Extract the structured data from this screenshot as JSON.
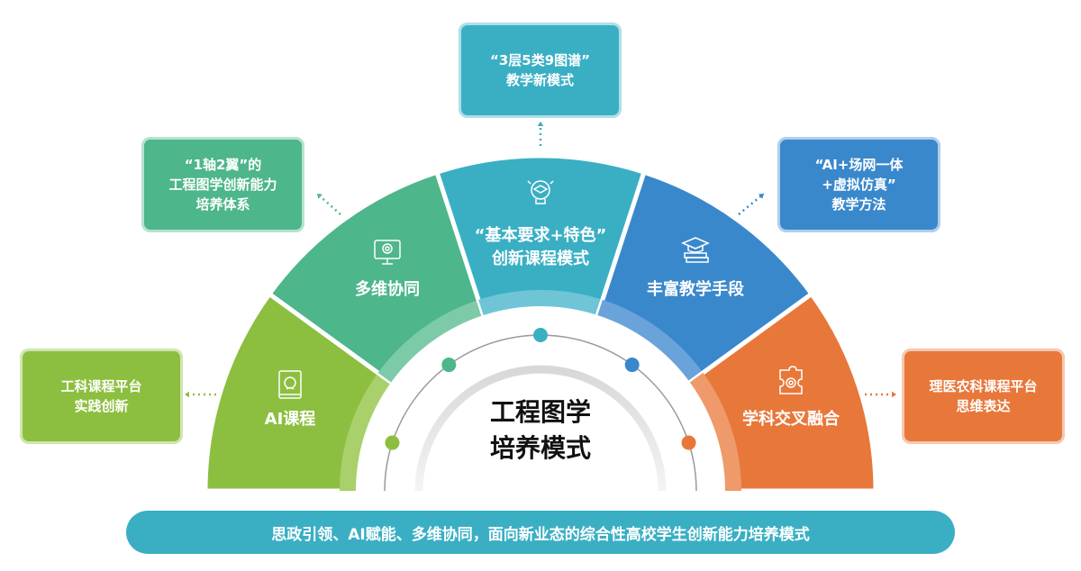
{
  "center": {
    "line1": "工程图学",
    "line2": "培养模式"
  },
  "segments": [
    {
      "label": "AI课程",
      "icon": "book-head-icon",
      "color": "#8cbf3f",
      "light": "#a9d06a"
    },
    {
      "label": "多维协同",
      "icon": "monitor-gear-icon",
      "color": "#4db68a",
      "light": "#7ccaa8"
    },
    {
      "label1": "“基本要求+特色”",
      "label2": "创新课程模式",
      "icon": "lightbulb-cap-icon",
      "color": "#3aafc4",
      "light": "#6fc5d5"
    },
    {
      "label": "丰富教学手段",
      "icon": "graduation-books-icon",
      "color": "#3a88cc",
      "light": "#6aa3da"
    },
    {
      "label": "学科交叉融合",
      "icon": "puzzle-gear-icon",
      "color": "#e8773a",
      "light": "#ee9a6a"
    }
  ],
  "boxes": {
    "left": {
      "line1": "工科课程平台",
      "line2": "实践创新",
      "color": "#8cbf3f"
    },
    "upper_left": {
      "line1": "“1轴2翼”的",
      "line2": "工程图学创新能力",
      "line3": "培养体系",
      "color": "#4db68a"
    },
    "top": {
      "line1": "“3层5类9图谱”",
      "line2": "教学新模式",
      "color": "#3aafc4"
    },
    "upper_right": {
      "line1": "“AI+场网一体",
      "line2": "+虚拟仿真”",
      "line3": "教学方法",
      "color": "#3a88cc"
    },
    "right": {
      "line1": "理医农科课程平台",
      "line2": "思维表达",
      "color": "#e8773a"
    }
  },
  "banner": {
    "text": "思政引领、AI赋能、多维协同，面向新业态的综合性高校学生创新能力培养模式",
    "color": "#3aafc4"
  }
}
